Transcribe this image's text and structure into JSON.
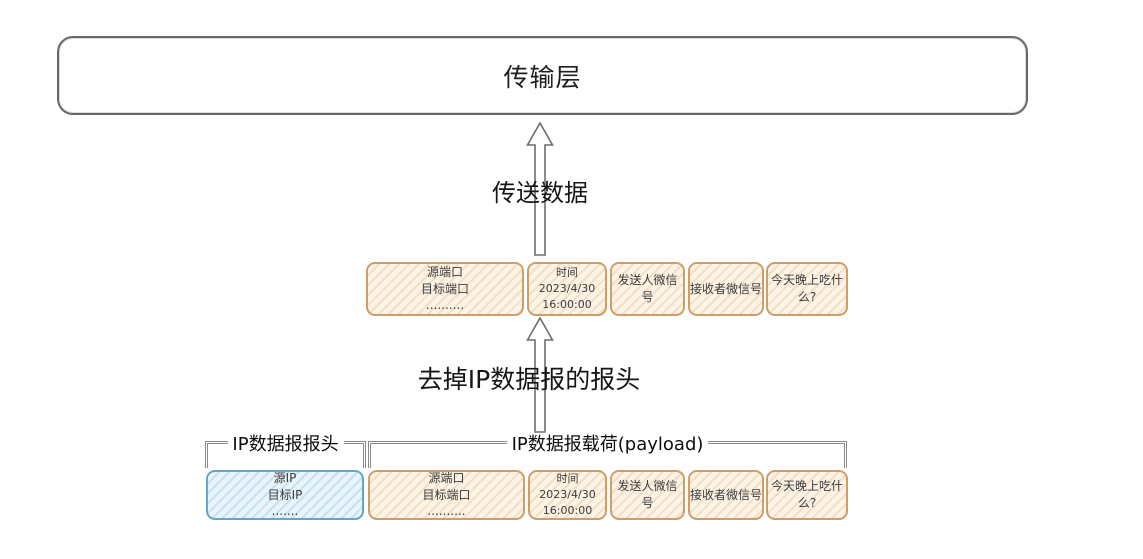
{
  "transport_layer": {
    "label": "传输层"
  },
  "arrows": {
    "send_data_label": "传送数据",
    "strip_header_label": "去掉IP数据报的报头"
  },
  "transport_segment": {
    "fields": [
      {
        "lines": [
          "源端口",
          "目标端口",
          ".........."
        ]
      },
      {
        "lines": [
          "时间2023/4/30",
          "16:00:00"
        ]
      },
      {
        "lines": [
          "发送人微信号"
        ]
      },
      {
        "lines": [
          "接收者微信号"
        ]
      },
      {
        "lines": [
          "今天晚上吃什么?"
        ]
      }
    ]
  },
  "ip_datagram": {
    "header_label": "IP数据报报头",
    "payload_label": "IP数据报载荷(payload)",
    "header_field": {
      "lines": [
        "源IP",
        "目标IP",
        "......."
      ]
    },
    "payload_fields": [
      {
        "lines": [
          "源端口",
          "目标端口",
          ".........."
        ]
      },
      {
        "lines": [
          "时间2023/4/30",
          "16:00:00"
        ]
      },
      {
        "lines": [
          "发送人微信号"
        ]
      },
      {
        "lines": [
          "接收者微信号"
        ]
      },
      {
        "lines": [
          "今天晚上吃什么?"
        ]
      }
    ]
  },
  "colors": {
    "orange_border": "#cf9d67",
    "orange_fill": "#fdf4e8",
    "blue_border": "#64a6c6",
    "blue_fill": "#eaf5fb",
    "outline_gray": "#6e6e6e",
    "bracket_gray": "#8a8a8a"
  }
}
